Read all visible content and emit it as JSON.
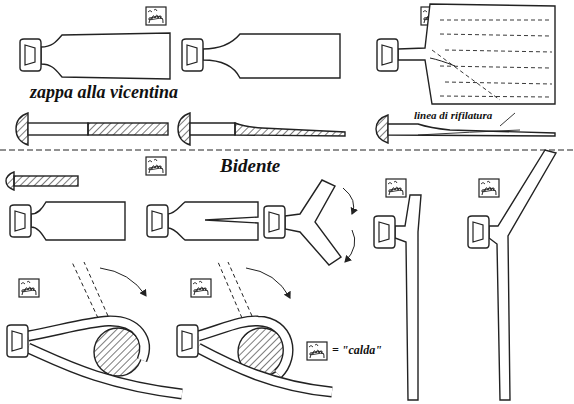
{
  "diagram": {
    "labels": [
      "zappa alla vicentina",
      "linea di rifilatura",
      "Bidente"
    ],
    "legend": [
      {
        "text": "= \"calda\""
      }
    ]
  }
}
